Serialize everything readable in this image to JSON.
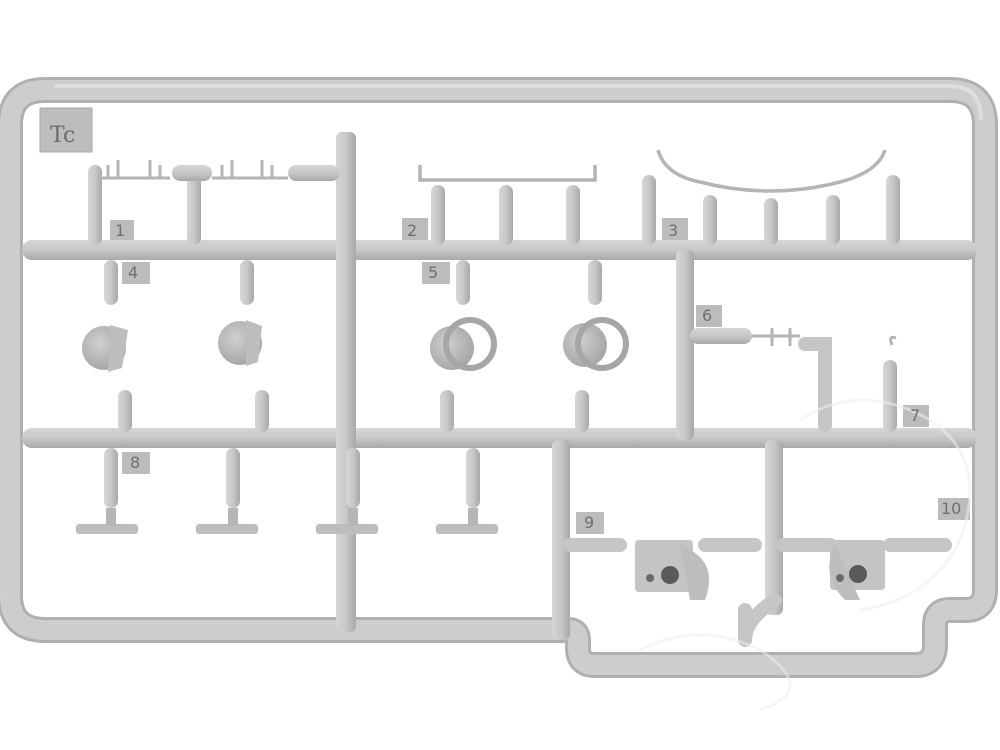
{
  "sprue": {
    "frame_letter": "Tc",
    "part_numbers": [
      "1",
      "2",
      "3",
      "4",
      "5",
      "6",
      "7",
      "8",
      "9",
      "10"
    ]
  },
  "colors": {
    "plastic": "#c9c9c9",
    "plastic_shadow": "#a9a9a9",
    "tab": "#b9b9b9",
    "background": "#ffffff"
  }
}
